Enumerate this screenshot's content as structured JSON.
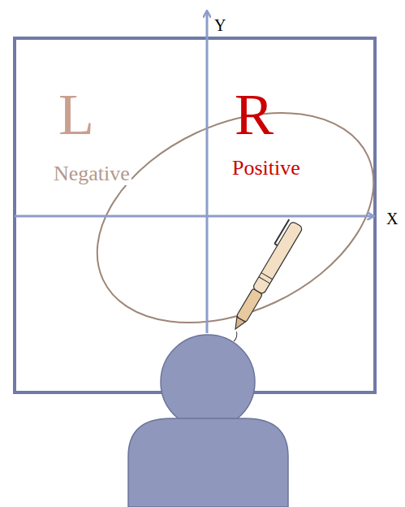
{
  "diagram": {
    "labels": [
      "Y",
      "L",
      "R",
      "Negative",
      "Positive",
      "X"
    ]
  }
}
